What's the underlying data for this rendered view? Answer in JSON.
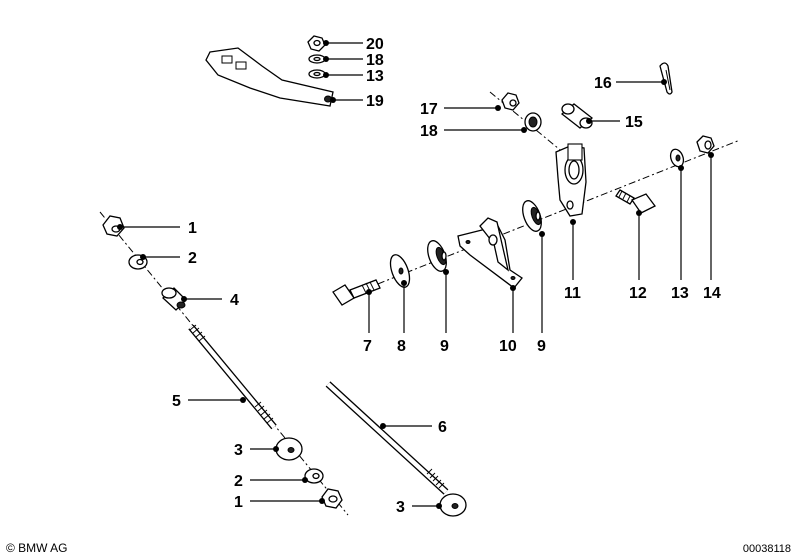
{
  "callouts": {
    "c1a": "1",
    "c2a": "2",
    "c4": "4",
    "c5": "5",
    "c3a": "3",
    "c2b": "2",
    "c1b": "1",
    "c6": "6",
    "c3b": "3",
    "c20": "20",
    "c18a": "18",
    "c13a": "13",
    "c19": "19",
    "c17": "17",
    "c18b": "18",
    "c15": "15",
    "c16": "16",
    "c7": "7",
    "c8": "8",
    "c9a": "9",
    "c10": "10",
    "c9b": "9",
    "c11": "11",
    "c12": "12",
    "c13b": "13",
    "c14": "14"
  },
  "footer": {
    "copyright": "© BMW AG",
    "doc_number": "00038118"
  }
}
